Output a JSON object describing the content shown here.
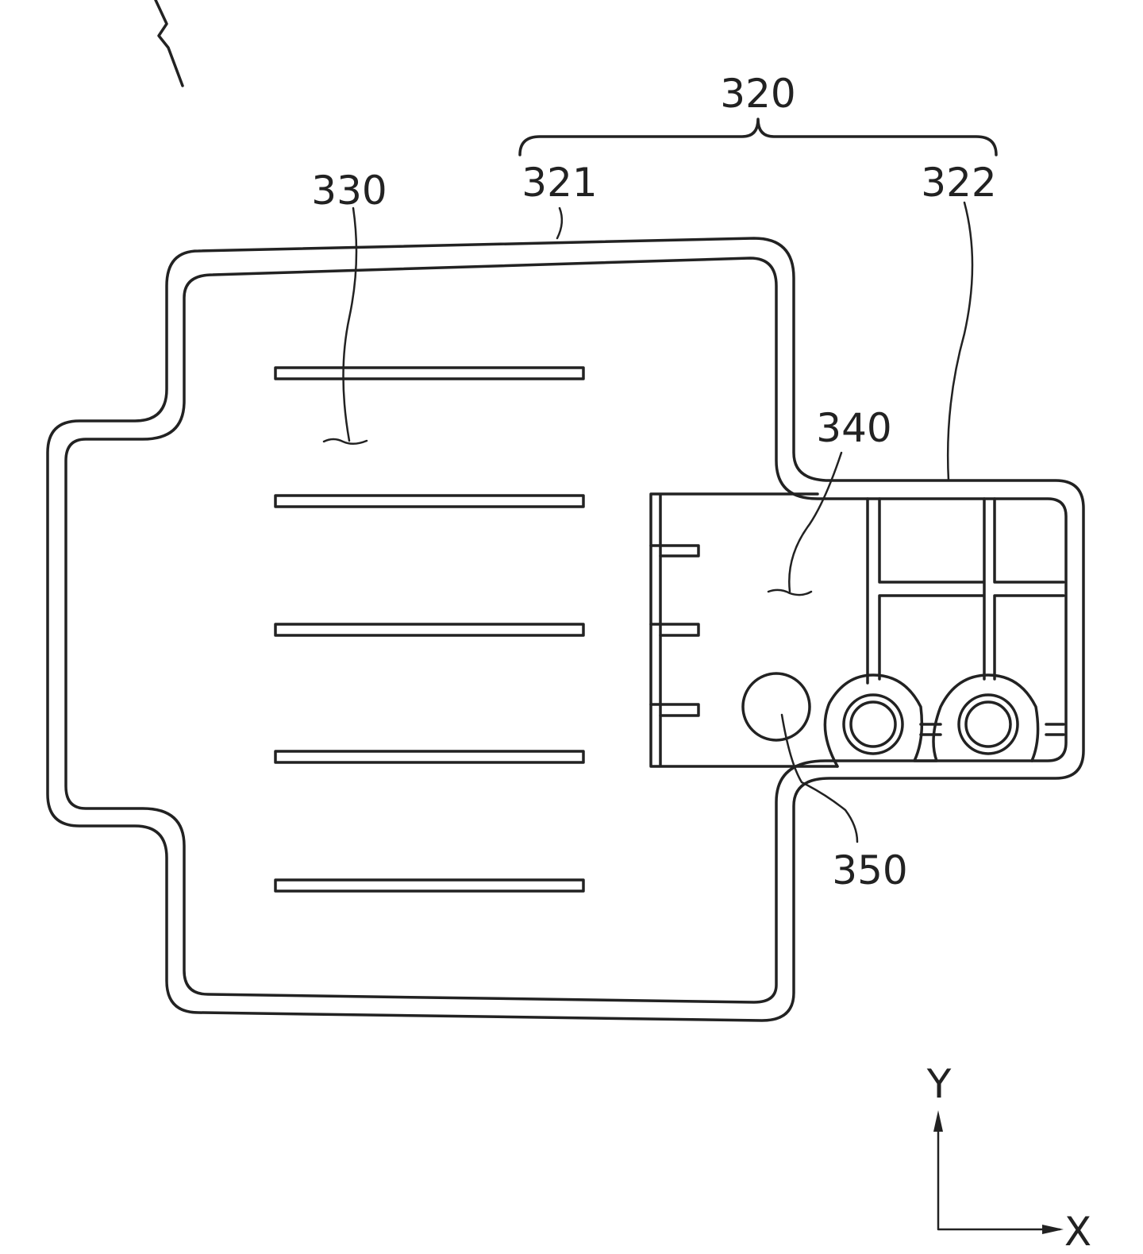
{
  "figure": {
    "labels": {
      "assembly": "320",
      "first_part": "321",
      "second_part": "322",
      "bars_region": "330",
      "component_region": "340",
      "hole": "350"
    },
    "axes": {
      "y": "Y",
      "x": "X"
    }
  }
}
